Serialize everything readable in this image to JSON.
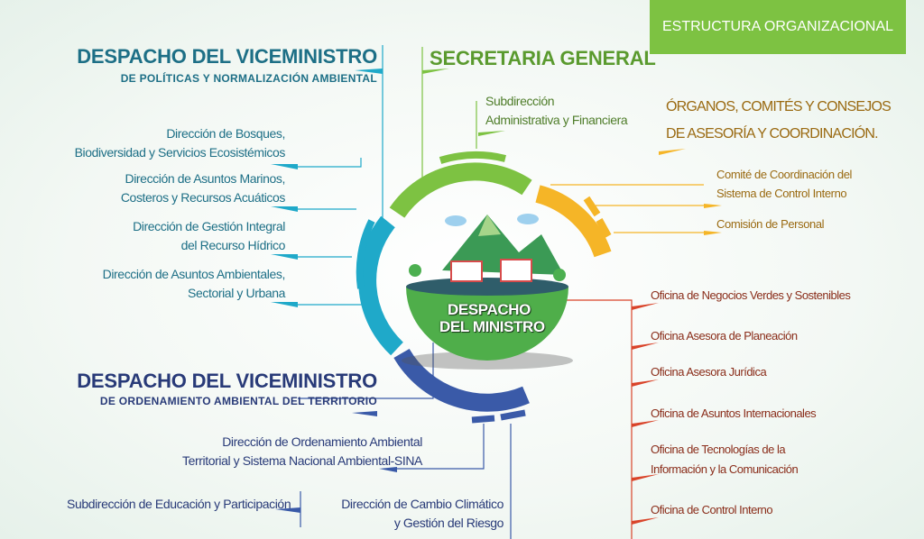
{
  "banner": "ESTRUCTURA ORGANIZACIONAL",
  "center": {
    "line1": "DESPACHO",
    "line2": "DEL MINISTRO"
  },
  "vm_politicas": {
    "title": "DESPACHO DEL VICEMINISTRO",
    "subtitle": "DE POLÍTICAS Y NORMALIZACIÓN AMBIENTAL",
    "items": [
      [
        "Dirección de Bosques,",
        "Biodiversidad y Servicios Ecosistémicos"
      ],
      [
        "Dirección de Asuntos Marinos,",
        "Costeros y Recursos Acuáticos"
      ],
      [
        "Dirección de Gestión Integral",
        "del Recurso Hídrico"
      ],
      [
        "Dirección de Asuntos Ambientales,",
        "Sectorial y Urbana"
      ]
    ]
  },
  "secretaria": {
    "title": "SECRETARIA GENERAL",
    "items": [
      [
        "Subdirección",
        "Administrativa y Financiera"
      ]
    ]
  },
  "organos": {
    "title1": "ÓRGANOS, COMITÉS Y CONSEJOS",
    "title2": "DE ASESORÍA Y COORDINACIÓN.",
    "items": [
      [
        "Comité de Coordinación del",
        "Sistema de Control Interno"
      ],
      [
        "Comisión de Personal"
      ]
    ]
  },
  "oficinas": {
    "items": [
      [
        "Oficina de Negocios Verdes y Sostenibles"
      ],
      [
        "Oficina Asesora de Planeación"
      ],
      [
        "Oficina Asesora Jurídica"
      ],
      [
        "Oficina de Asuntos Internacionales"
      ],
      [
        "Oficina de Tecnologías de la",
        "Información y la Comunicación"
      ],
      [
        "Oficina de Control Interno"
      ]
    ]
  },
  "vm_ordenamiento": {
    "title": "DESPACHO DEL VICEMINISTRO",
    "subtitle": "DE ORDENAMIENTO AMBIENTAL DEL TERRITORIO",
    "items": [
      [
        "Dirección de Ordenamiento Ambiental",
        "Territorial y Sistema Nacional Ambiental-SINA"
      ],
      [
        "Subdirección de Educación y Participación"
      ],
      [
        "Dirección de Cambio Climático",
        "y Gestión del Riesgo"
      ]
    ]
  },
  "colors": {
    "teal": "#1d6f86",
    "cyan": "#1fa9c9",
    "green": "#7dc242",
    "yellow": "#f5b527",
    "brown": "#9a6a12",
    "red": "#d9442a",
    "redtext": "#8a2d1a",
    "blue": "#3a5aa8",
    "bluetext": "#283a78"
  }
}
